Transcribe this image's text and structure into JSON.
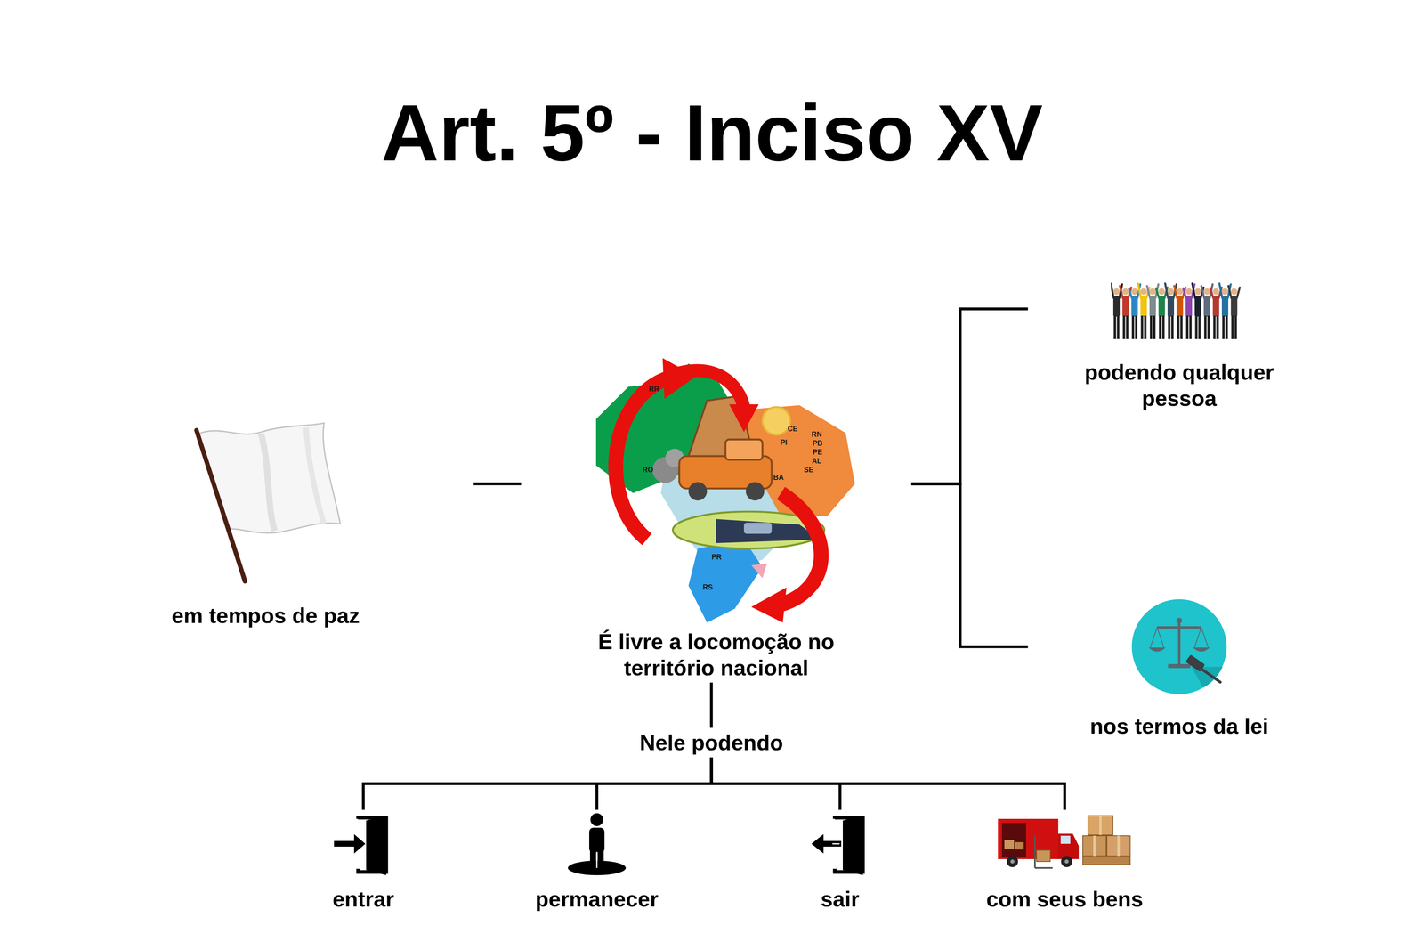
{
  "diagram": {
    "title": "Art. 5º - Inciso XV",
    "nodes": [
      {
        "text": [
          "em tempos de paz"
        ]
      },
      {
        "text": [
          "É livre a locomoção no território nacional"
        ]
      },
      {
        "text": [
          "podendo qualquer pessoa"
        ]
      },
      {
        "text": [
          "nos termos da lei"
        ]
      },
      {
        "text": [
          "Nele podendo"
        ]
      },
      {
        "text": [
          "entrar"
        ]
      },
      {
        "text": [
          "permanecer"
        ]
      },
      {
        "text": [
          "sair"
        ]
      },
      {
        "text": [
          "com seus bens"
        ]
      }
    ],
    "edges": [
      {
        "from": 0,
        "to": 1,
        "arrow": "none"
      },
      {
        "from": 1,
        "to": 2,
        "arrow": "none"
      },
      {
        "from": 1,
        "to": 3,
        "arrow": "none"
      },
      {
        "from": 1,
        "to": 4,
        "arrow": "none"
      },
      {
        "from": 4,
        "to": 5,
        "arrow": "none"
      },
      {
        "from": 4,
        "to": 6,
        "arrow": "none"
      },
      {
        "from": 4,
        "to": 7,
        "arrow": "none"
      },
      {
        "from": 4,
        "to": 8,
        "arrow": "none"
      }
    ],
    "labels": [
      "RR",
      "CE",
      "RN",
      "PB",
      "PE",
      "AL",
      "SE",
      "PI",
      "BA",
      "RO",
      "PR",
      "RS"
    ]
  }
}
